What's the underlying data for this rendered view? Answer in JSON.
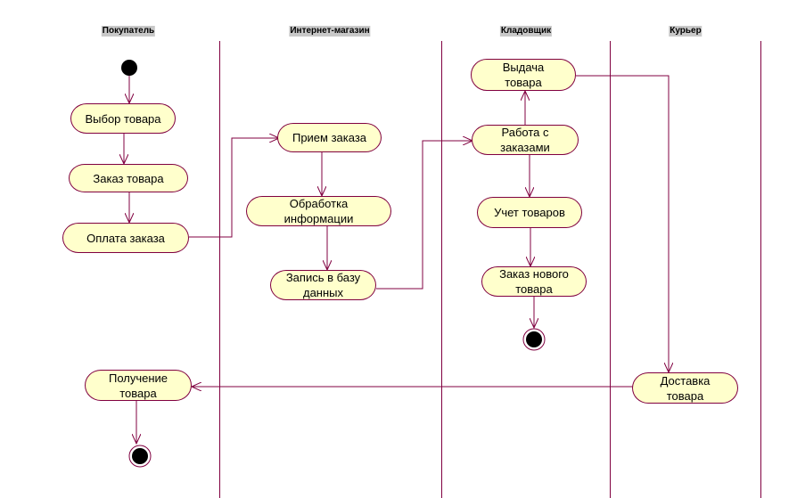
{
  "lanes": [
    {
      "title": "Покупатель"
    },
    {
      "title": "Интернет-магазин"
    },
    {
      "title": "Кладовщик"
    },
    {
      "title": "Курьер"
    }
  ],
  "activities": {
    "vybor": "Выбор товара",
    "zakaz": "Заказ товара",
    "oplata": "Оплата заказа",
    "priem": "Прием заказа",
    "obrabotka": "Обработка\nинформации",
    "zapis": "Запись в базу\nданных",
    "vydacha": "Выдача\nтовара",
    "rabota": "Работа с\nзаказами",
    "uchet": "Учет товаров",
    "zakaz_novogo": "Заказ нового\nтовара",
    "poluchenie": "Получение\nтовара",
    "dostavka": "Доставка\nтовара"
  },
  "colors": {
    "line": "#800040",
    "fill": "#ffffcc",
    "title_bg": "#c8c8c8"
  }
}
